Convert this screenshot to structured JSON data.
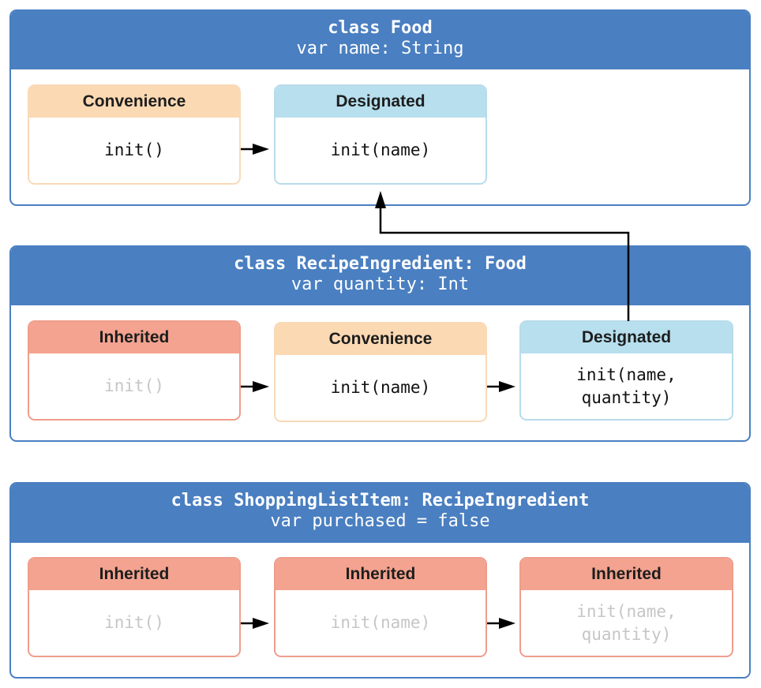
{
  "classes": [
    {
      "title": "class Food",
      "property": "var name: String",
      "boxes": [
        {
          "kind": "Convenience",
          "code": "init()",
          "faded": false
        },
        {
          "kind": "Designated",
          "code": "init(name)",
          "faded": false
        }
      ]
    },
    {
      "title": "class RecipeIngredient: Food",
      "property": "var quantity: Int",
      "boxes": [
        {
          "kind": "Inherited",
          "code": "init()",
          "faded": true
        },
        {
          "kind": "Convenience",
          "code": "init(name)",
          "faded": false
        },
        {
          "kind": "Designated",
          "code": "init(name,\nquantity)",
          "faded": false
        }
      ]
    },
    {
      "title": "class ShoppingListItem: RecipeIngredient",
      "property": "var purchased = false",
      "boxes": [
        {
          "kind": "Inherited",
          "code": "init()",
          "faded": true
        },
        {
          "kind": "Inherited",
          "code": "init(name)",
          "faded": true
        },
        {
          "kind": "Inherited",
          "code": "init(name,\nquantity)",
          "faded": true
        }
      ]
    }
  ],
  "colors": {
    "class_header": "#4a7fc1",
    "convenience": "#fad9b3",
    "designated": "#b7dfee",
    "inherited": "#f3a38f",
    "faded_text": "#c6c6c6"
  }
}
